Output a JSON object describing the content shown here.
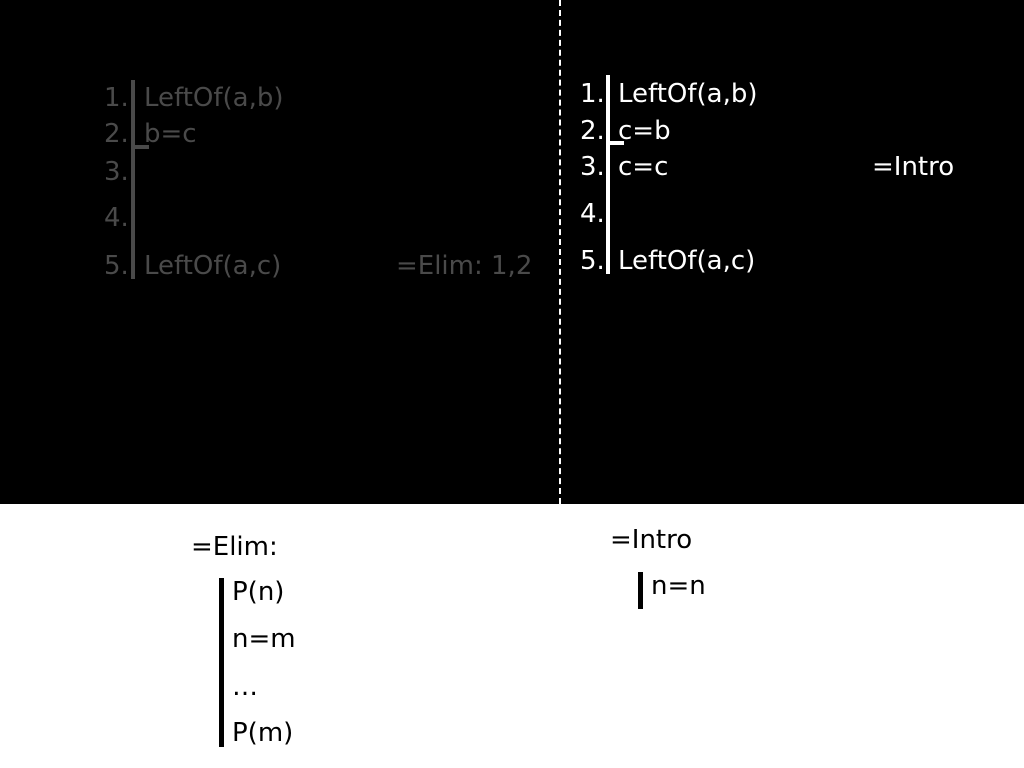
{
  "left_proof": {
    "line_numbers": [
      "1.",
      "2.",
      "3.",
      "4.",
      "5."
    ],
    "lines": [
      "LeftOf(a,b)",
      "b=c",
      "",
      "",
      "LeftOf(a,c)"
    ],
    "justification": "=Elim: 1,2",
    "color": "#4a4a4a"
  },
  "right_proof": {
    "line_numbers": [
      "1.",
      "2.",
      "3.",
      "4.",
      "5."
    ],
    "lines": [
      "LeftOf(a,b)",
      "c=b",
      "c=c",
      "",
      "LeftOf(a,c)"
    ],
    "justification": "=Intro",
    "color": "#ffffff"
  },
  "rules": {
    "elim": {
      "title": "=Elim:",
      "lines": [
        "P(n)",
        "n=m",
        "…",
        "P(m)"
      ]
    },
    "intro": {
      "title": "=Intro",
      "lines": [
        "n=n"
      ]
    }
  }
}
